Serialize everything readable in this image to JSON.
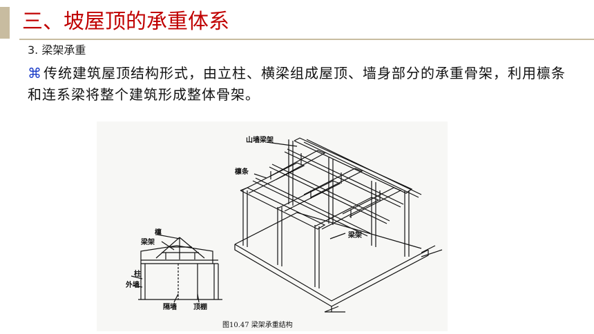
{
  "slide": {
    "title": "三、坡屋顶的承重体系",
    "subheading": "3. 梁架承重",
    "bullet_glyph": "⌘",
    "bullet_text": "传统建筑屋顶结构形式，由立柱、横梁组成屋顶、墙身部分的承重骨架，利用檩条和连系梁将整个建筑形成整体骨架。"
  },
  "figure": {
    "labels": {
      "gable_frame": "山墙梁架",
      "purlin_right": "檩条",
      "beam_frame_right": "梁架",
      "purlin_left": "檩",
      "beam_frame_left": "梁架",
      "column": "柱",
      "exterior_wall": "外墙",
      "partition_wall": "隔墙",
      "ceiling": "顶棚"
    },
    "caption": "图10.47  梁架承重结构"
  },
  "colors": {
    "title": "#c00000",
    "accent": "#c8bca0",
    "bullet_glyph": "#1a3cc8"
  }
}
